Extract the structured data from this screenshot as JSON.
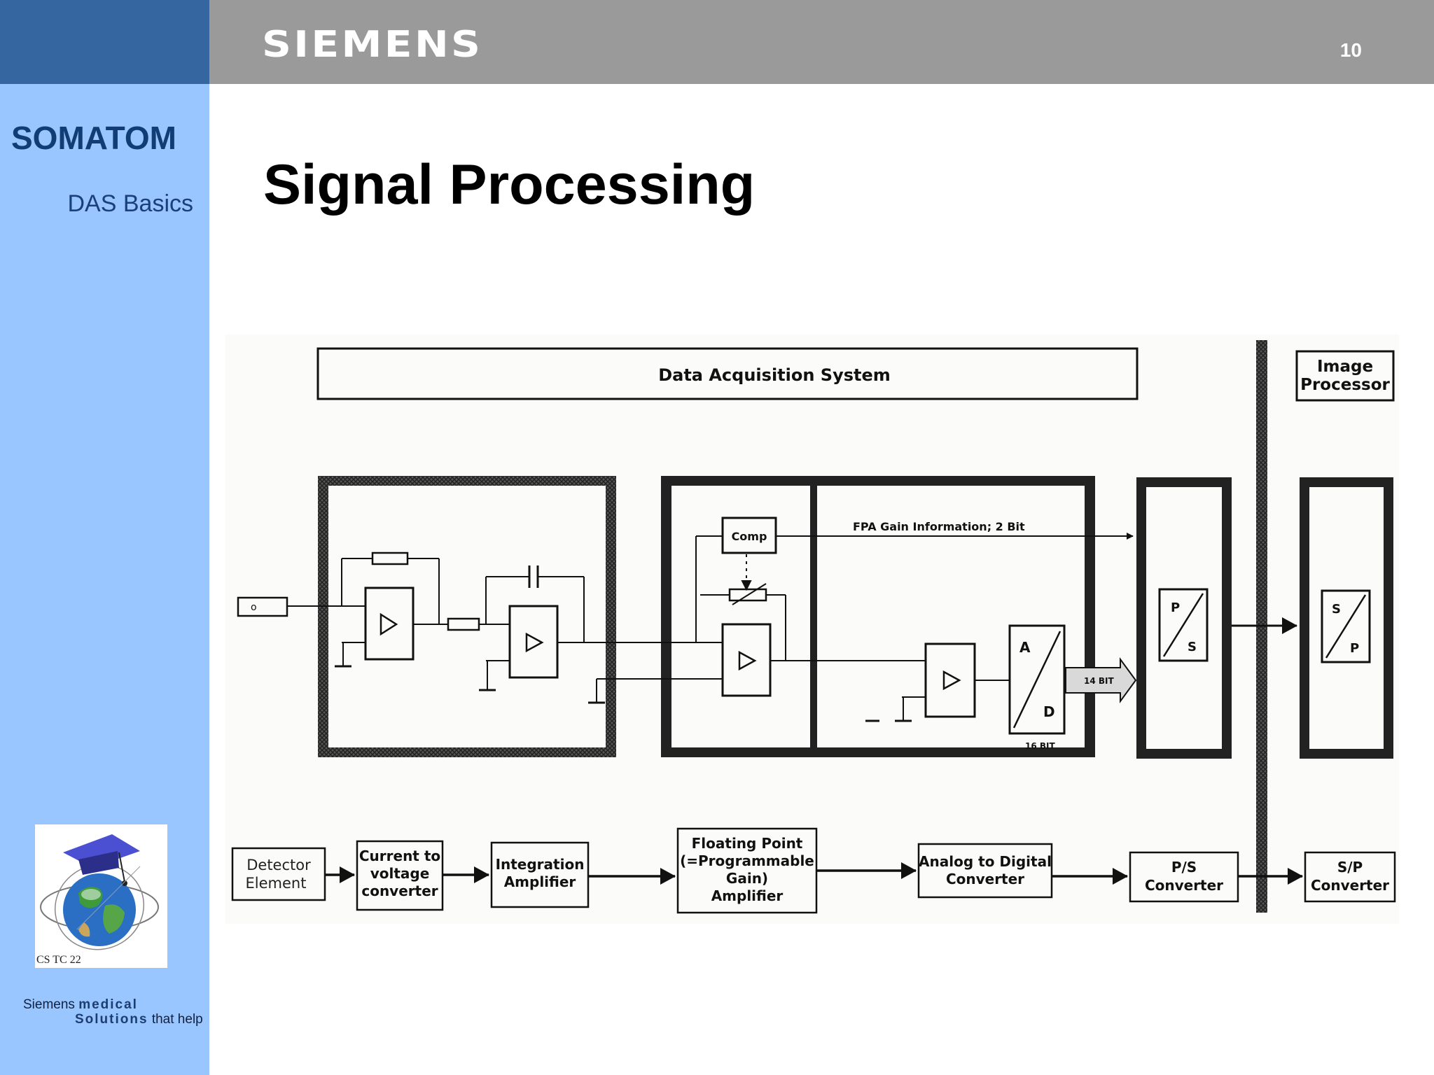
{
  "header": {
    "logo": "SIEMENS",
    "page_number": "10"
  },
  "sidebar": {
    "product": "SOMATOM",
    "module": "DAS Basics",
    "emblem_label": "CS TC 22",
    "footer_line1_a": "Siemens ",
    "footer_line1_b": "medical",
    "footer_line2_a": "Solutions",
    "footer_line2_b": " that help"
  },
  "slide": {
    "title": "Signal Processing"
  },
  "diagram": {
    "das_label": "Data Acquisition System",
    "image_processor_line1": "Image",
    "image_processor_line2": "Processor",
    "comp_label": "Comp",
    "fpa_gain_label": "FPA Gain Information; 2 Bit",
    "bits_14": "14 BIT",
    "bits_16": "16 BIT",
    "adc_a": "A",
    "adc_d": "D",
    "ps_p": "P",
    "ps_s": "S",
    "sp_s": "S",
    "sp_p": "P",
    "detector_small": "o",
    "blocks": [
      {
        "line1": "Detector",
        "line2": "Element"
      },
      {
        "line1": "Current to",
        "line2": "voltage",
        "line3": "converter"
      },
      {
        "line1": "Integration",
        "line2": "Amplifier"
      },
      {
        "line1": "Floating Point",
        "line2": "(=Programmable",
        "line3": "Gain)",
        "line4": "Amplifier"
      },
      {
        "line1": "Analog to Digital",
        "line2": "Converter"
      },
      {
        "line1": "P/S",
        "line2": "Converter"
      },
      {
        "line1": "S/P",
        "line2": "Converter"
      }
    ]
  },
  "colors": {
    "top_left": "#35669f",
    "top_bar": "#9b9a9a",
    "sidebar": "#99c6ff",
    "product": "#113d74"
  }
}
